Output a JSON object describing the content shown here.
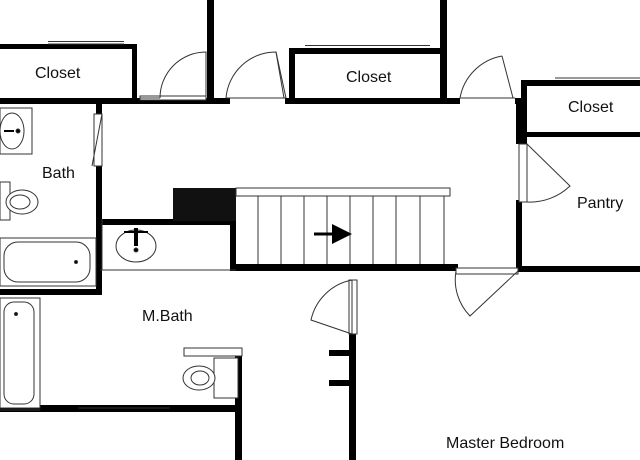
{
  "floorplan": {
    "rooms": {
      "closet_left": "Closet",
      "closet_center": "Closet",
      "closet_right": "Closet",
      "bath": "Bath",
      "pantry": "Pantry",
      "master_bath": "M.Bath",
      "master_bedroom": "Master Bedroom"
    }
  },
  "colors": {
    "wall": "#000000",
    "fixture_stroke": "#333333",
    "background": "#ffffff",
    "stair_block": "#111111"
  }
}
